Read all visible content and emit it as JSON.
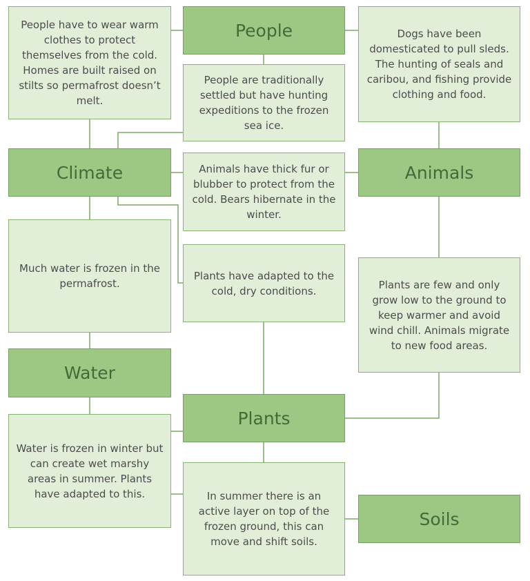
{
  "headings": {
    "people": "People",
    "climate": "Climate",
    "animals": "Animals",
    "water": "Water",
    "plants": "Plants",
    "soils": "Soils"
  },
  "notes": {
    "people_clothes": "People have to wear warm clothes to protect themselves from the cold. Homes are built raised on stilts so permafrost doesn’t melt.",
    "dogs": "Dogs have been domesticated to pull sleds. The hunting of seals and caribou, and fishing provide clothing and food.",
    "people_settled": "People are traditionally settled but have hunting expeditions to the frozen sea ice.",
    "animals_fur": "Animals have thick fur or blubber to protect from the cold. Bears hibernate in the winter.",
    "water_frozen": "Much water is frozen in the permafrost.",
    "plants_adapted": "Plants have adapted to the cold, dry conditions.",
    "plants_few": "Plants are few and only grow low to the ground to keep warmer and avoid wind chill. Animals migrate to new food areas.",
    "water_winter": "Water is frozen in winter but can create wet marshy areas in summer. Plants have adapted to this.",
    "summer_layer": "In summer there is an active layer on top of the frozen ground, this can move and shift soils."
  },
  "colors": {
    "heading_fill": "#9cc884",
    "heading_border": "#71a45c",
    "heading_text": "#3f6d3a",
    "note_fill": "#e2efd8",
    "note_border": "#88b472",
    "note_text": "#4c4c4c",
    "connector": "#7aa866"
  }
}
